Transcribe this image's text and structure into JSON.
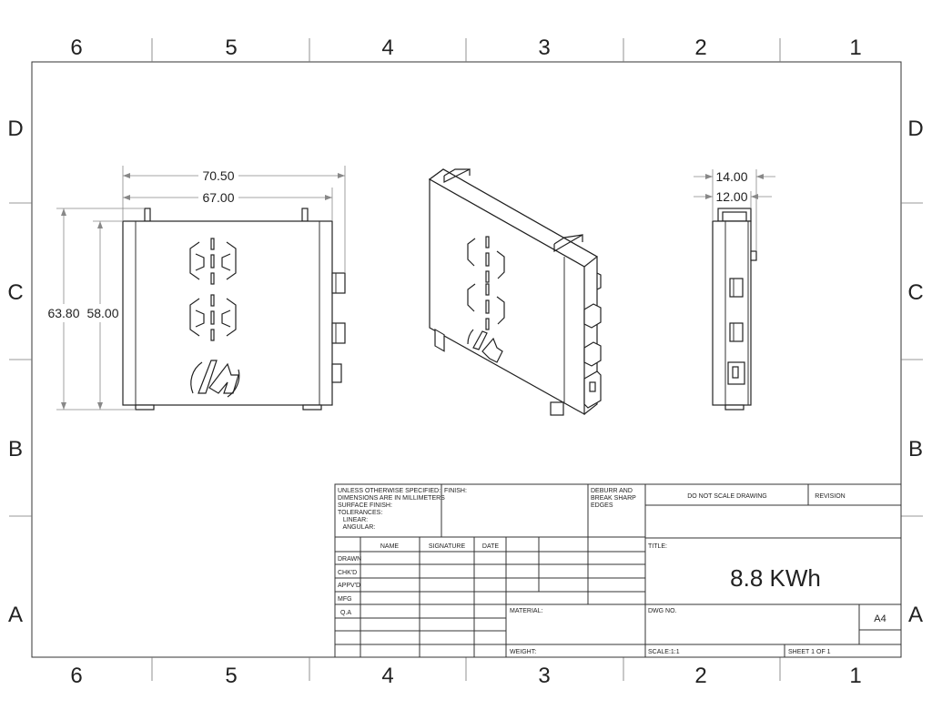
{
  "zones": {
    "columns": [
      "6",
      "5",
      "4",
      "3",
      "2",
      "1"
    ],
    "rows": [
      "D",
      "C",
      "B",
      "A"
    ]
  },
  "dimensions": {
    "front_width_outer": "70.50",
    "front_width_inner": "67.00",
    "front_height_outer": "63.80",
    "front_height_inner": "58.00",
    "side_width_outer": "14.00",
    "side_width_inner": "12.00"
  },
  "title_block": {
    "notes_lines": [
      "UNLESS OTHERWISE SPECIFIED:",
      "DIMENSIONS ARE IN MILLIMETERS",
      "SURFACE FINISH:",
      "TOLERANCES:",
      "   LINEAR:",
      "   ANGULAR:"
    ],
    "finish_label": "FINISH:",
    "deburr_lines": [
      "DEBURR AND",
      "BREAK SHARP",
      "EDGES"
    ],
    "do_not_scale": "DO NOT SCALE DRAWING",
    "revision_label": "REVISION",
    "headers": {
      "name": "NAME",
      "signature": "SIGNATURE",
      "date": "DATE"
    },
    "roles": [
      "DRAWN",
      "CHK'D",
      "APPV'D",
      "MFG",
      "Q.A"
    ],
    "title_label": "TITLE:",
    "title_value": "8.8 KWh",
    "material_label": "MATERIAL:",
    "dwg_no_label": "DWG NO.",
    "sheet_size": "A4",
    "weight_label": "WEIGHT:",
    "scale_label": "SCALE:1:1",
    "sheet_label": "SHEET 1 OF 1"
  }
}
